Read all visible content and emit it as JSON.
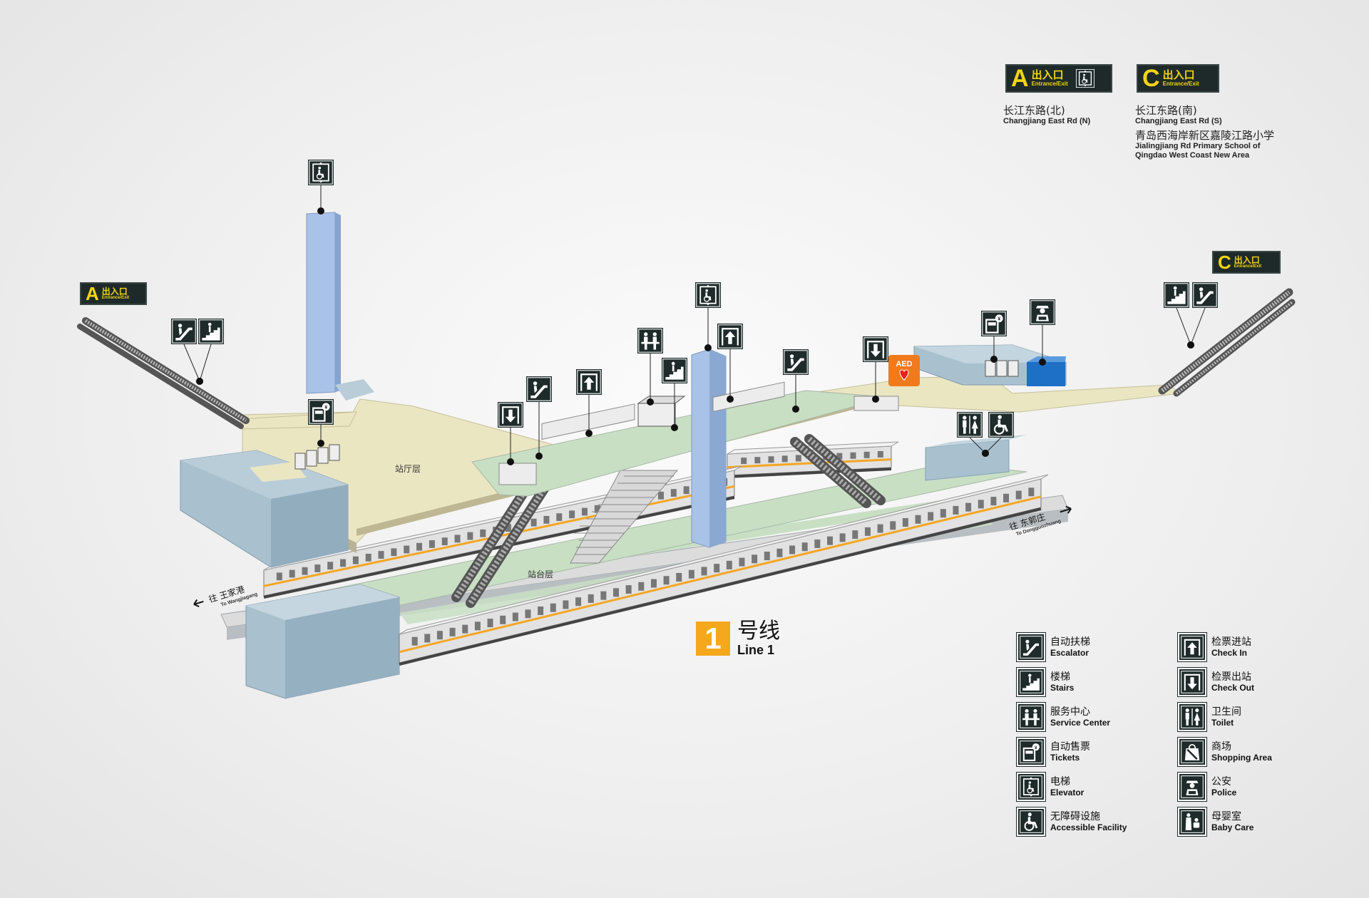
{
  "exit_badge_label": {
    "cn": "出入口",
    "en": "Entrance/Exit"
  },
  "exits": {
    "A": {
      "letter": "A",
      "cn": "长江东路(北)",
      "en": "Changjiang East Rd (N)"
    },
    "C": {
      "letter": "C",
      "lines": [
        {
          "cn": "长江东路(南)",
          "en": "Changjiang East Rd (S)"
        },
        {
          "cn": "青岛西海岸新区嘉陵江路小学",
          "en": "Jialingjiang Rd Primary School of",
          "en2": "Qingdao West Coast New Area"
        }
      ]
    }
  },
  "station": {
    "hall_label": "站厅层",
    "platform_label": "站台层",
    "aed": {
      "title": "AED"
    }
  },
  "directions": {
    "west": {
      "cn": "往 王家港",
      "en": "To Wangjiagang"
    },
    "east": {
      "cn": "往 东郭庄",
      "en": "To Dongguozhuang"
    }
  },
  "line": {
    "number": "1",
    "cn": "号线",
    "en": "Line 1"
  },
  "colors": {
    "concourse": "#ebe6c2",
    "paid_area": "#c8dfc4",
    "platform": "#c8dfc4",
    "building": "#a9c1cf",
    "elevator_shaft": "#a9c3e8",
    "train_stripe": "#f4a623",
    "icon_bg": "#1f2b2b",
    "exit_yellow": "#f2d511",
    "aed": "#f07a1c",
    "police_booth": "#1e6fc6"
  },
  "legend": [
    {
      "icon": "escalator-icon",
      "cn": "自动扶梯",
      "en": "Escalator"
    },
    {
      "icon": "check-in-icon",
      "cn": "检票进站",
      "en": "Check In"
    },
    {
      "icon": "stairs-icon",
      "cn": "楼梯",
      "en": "Stairs"
    },
    {
      "icon": "check-out-icon",
      "cn": "检票出站",
      "en": "Check Out"
    },
    {
      "icon": "service-center-icon",
      "cn": "服务中心",
      "en": "Service Center"
    },
    {
      "icon": "toilet-icon",
      "cn": "卫生间",
      "en": "Toilet"
    },
    {
      "icon": "tickets-icon",
      "cn": "自动售票",
      "en": "Tickets"
    },
    {
      "icon": "shopping-icon",
      "cn": "商场",
      "en": "Shopping Area"
    },
    {
      "icon": "elevator-icon",
      "cn": "电梯",
      "en": "Elevator"
    },
    {
      "icon": "police-icon",
      "cn": "公安",
      "en": "Police"
    },
    {
      "icon": "accessible-icon",
      "cn": "无障碍设施",
      "en": "Accessible Facility"
    },
    {
      "icon": "baby-care-icon",
      "cn": "母婴室",
      "en": "Baby Care"
    }
  ]
}
